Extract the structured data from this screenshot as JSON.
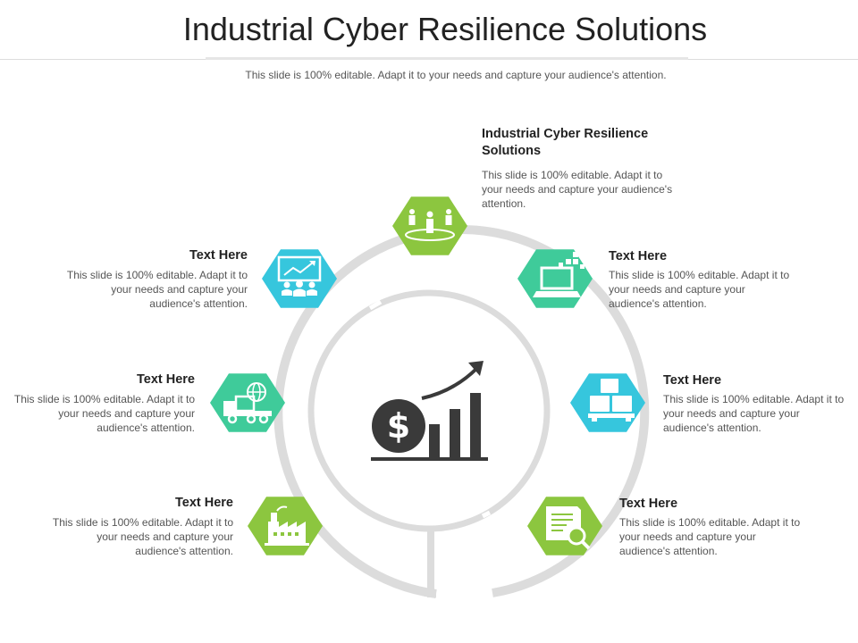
{
  "slide": {
    "title": "Industrial Cyber Resilience Solutions",
    "subtitle": "This slide is 100% editable. Adapt it to your needs and capture your audience's attention."
  },
  "colors": {
    "green": "#8cc63f",
    "blue": "#36c6dd",
    "teal": "#3fcb9a",
    "ring": "#dcdcdc",
    "icon_dark": "#3a3a3a"
  },
  "center_icon": "dollar-growth-chart-icon",
  "items": [
    {
      "id": "top",
      "icon": "people-network-icon",
      "color": "green",
      "heading": "Industrial Cyber Resilience Solutions",
      "body": "This slide is 100% editable. Adapt it to your needs and capture your audience's attention."
    },
    {
      "id": "right-1",
      "icon": "laptop-icon",
      "color": "teal",
      "heading": "Text Here",
      "body": "This slide is 100% editable. Adapt it to your needs and capture your audience's attention."
    },
    {
      "id": "right-2",
      "icon": "boxes-icon",
      "color": "blue",
      "heading": "Text Here",
      "body": "This slide is 100% editable. Adapt it to your needs and capture your audience's attention."
    },
    {
      "id": "right-3",
      "icon": "document-search-icon",
      "color": "green",
      "heading": "Text Here",
      "body": "This slide is 100% editable. Adapt it to your needs and capture your audience's attention."
    },
    {
      "id": "left-1",
      "icon": "presentation-chart-icon",
      "color": "blue",
      "heading": "Text Here",
      "body": "This slide is 100% editable. Adapt it to your needs and capture your audience's attention."
    },
    {
      "id": "left-2",
      "icon": "delivery-truck-globe-icon",
      "color": "teal",
      "heading": "Text Here",
      "body": "This slide is 100% editable. Adapt it to your needs and capture your audience's attention."
    },
    {
      "id": "left-3",
      "icon": "factory-icon",
      "color": "green",
      "heading": "Text Here",
      "body": "This slide is 100% editable. Adapt it to your needs and capture your audience's attention."
    }
  ]
}
